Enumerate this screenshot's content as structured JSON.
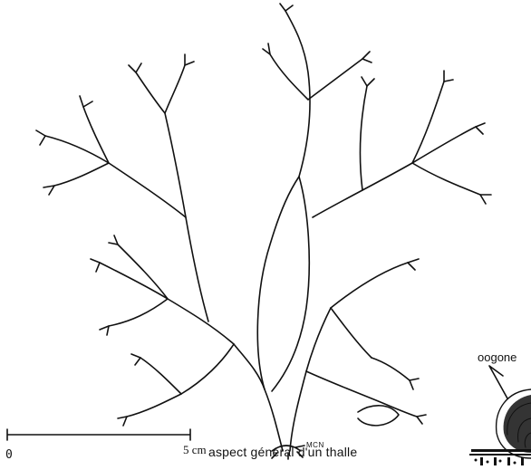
{
  "figure": {
    "caption": "aspect général d'un thalle",
    "scale_bar": {
      "start_label": "0",
      "end_label": "5 cm"
    },
    "specimen_mark": "MCN",
    "detail_label": "oogone",
    "ink_color": "#111111",
    "background": "#ffffff"
  }
}
